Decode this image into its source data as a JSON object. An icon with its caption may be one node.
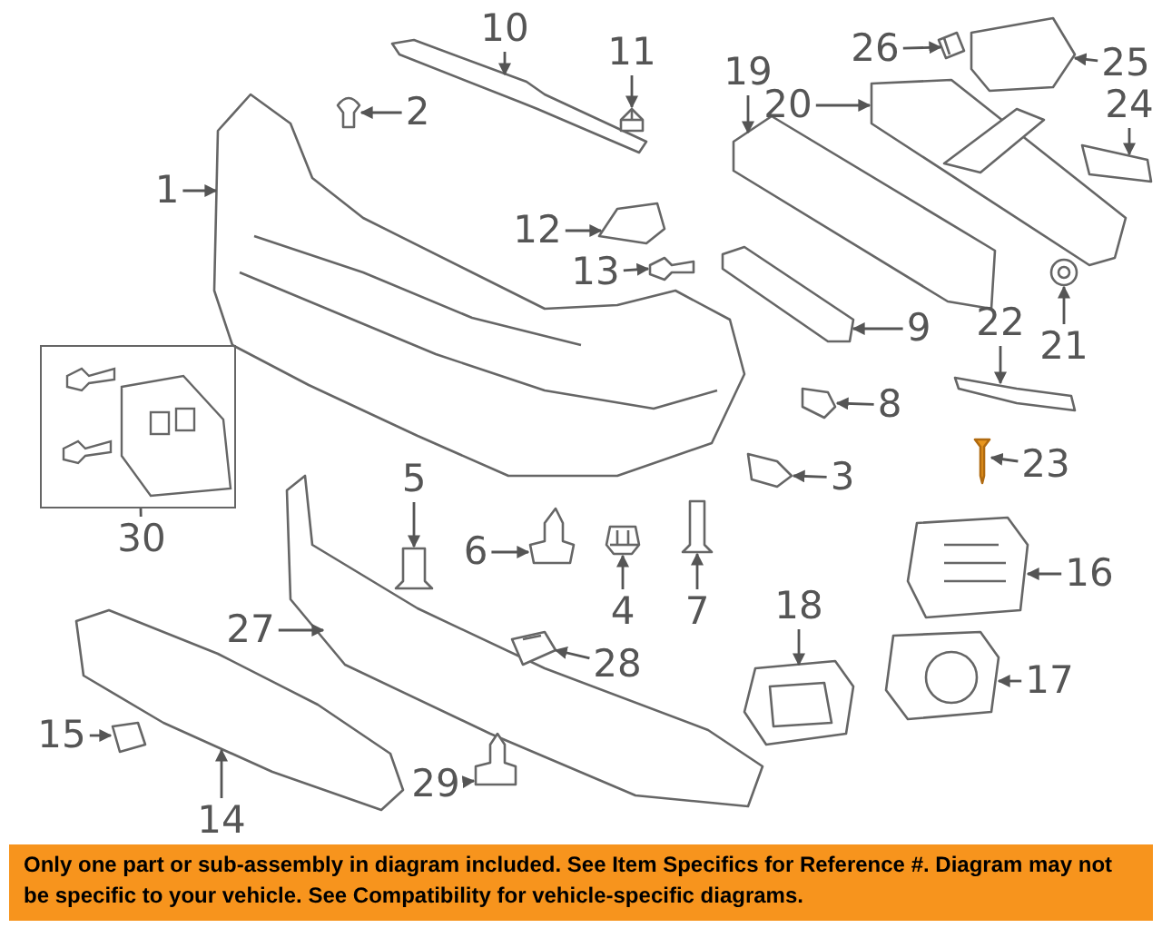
{
  "diagram": {
    "caption": "Only one part or sub-assembly in diagram included. See Item Specifics for Reference #. Diagram may not be specific to your vehicle. See Compatibility for vehicle-specific diagrams.",
    "nodes": [
      {
        "text": [
          "10"
        ]
      },
      {
        "text": [],
        "shape": "picture"
      },
      {
        "text": [
          "26"
        ]
      },
      {
        "text": [],
        "shape": "picture"
      },
      {
        "text": [
          "25"
        ]
      },
      {
        "text": [],
        "shape": "picture"
      },
      {
        "text": [
          "11"
        ]
      },
      {
        "text": [],
        "shape": "picture"
      },
      {
        "text": [
          "19"
        ]
      },
      {
        "text": [],
        "shape": "picture"
      },
      {
        "text": [
          "2"
        ]
      },
      {
        "text": [],
        "shape": "picture"
      },
      {
        "text": [
          "20"
        ]
      },
      {
        "text": [],
        "shape": "picture"
      },
      {
        "text": [
          "24"
        ]
      },
      {
        "text": [],
        "shape": "picture"
      },
      {
        "text": [
          "1"
        ]
      },
      {
        "text": [],
        "shape": "picture"
      },
      {
        "text": [
          "12"
        ]
      },
      {
        "text": [],
        "shape": "picture"
      },
      {
        "text": [
          "13"
        ]
      },
      {
        "text": [],
        "shape": "picture"
      },
      {
        "text": [
          "9"
        ]
      },
      {
        "text": [],
        "shape": "picture"
      },
      {
        "text": [
          "21"
        ]
      },
      {
        "text": [],
        "shape": "picture"
      },
      {
        "text": [
          "22"
        ]
      },
      {
        "text": [],
        "shape": "picture"
      },
      {
        "text": [
          "8"
        ]
      },
      {
        "text": [],
        "shape": "picture"
      },
      {
        "text": [
          "23"
        ]
      },
      {
        "text": [],
        "shape": "picture"
      },
      {
        "text": [
          "3"
        ]
      },
      {
        "text": [],
        "shape": "picture"
      },
      {
        "text": [
          "5"
        ]
      },
      {
        "text": [],
        "shape": "picture"
      },
      {
        "text": [],
        "shape": "box"
      },
      {
        "text": [
          "30"
        ]
      },
      {
        "text": [
          "6"
        ]
      },
      {
        "text": [],
        "shape": "picture"
      },
      {
        "text": [
          "16"
        ]
      },
      {
        "text": [],
        "shape": "picture"
      },
      {
        "text": [
          "4"
        ]
      },
      {
        "text": [],
        "shape": "picture"
      },
      {
        "text": [
          "7"
        ]
      },
      {
        "text": [],
        "shape": "picture"
      },
      {
        "text": [
          "18"
        ]
      },
      {
        "text": [],
        "shape": "picture"
      },
      {
        "text": [
          "27"
        ]
      },
      {
        "text": [],
        "shape": "picture"
      },
      {
        "text": [
          "28"
        ]
      },
      {
        "text": [],
        "shape": "picture"
      },
      {
        "text": [
          "17"
        ]
      },
      {
        "text": [],
        "shape": "picture"
      },
      {
        "text": [
          "15"
        ]
      },
      {
        "text": [],
        "shape": "picture"
      },
      {
        "text": [
          "29"
        ]
      },
      {
        "text": [],
        "shape": "picture"
      },
      {
        "text": [
          "14"
        ]
      },
      {
        "text": [],
        "shape": "picture"
      }
    ],
    "edges": [
      {
        "from": 0,
        "to": 1,
        "arrow": "to"
      },
      {
        "from": 2,
        "to": 3,
        "arrow": "to"
      },
      {
        "from": 4,
        "to": 5,
        "arrow": "to"
      },
      {
        "from": 6,
        "to": 7,
        "arrow": "to"
      },
      {
        "from": 8,
        "to": 9,
        "arrow": "to"
      },
      {
        "from": 10,
        "to": 11,
        "arrow": "to"
      },
      {
        "from": 12,
        "to": 13,
        "arrow": "to"
      },
      {
        "from": 14,
        "to": 15,
        "arrow": "to"
      },
      {
        "from": 16,
        "to": 17,
        "arrow": "to"
      },
      {
        "from": 18,
        "to": 19,
        "arrow": "to"
      },
      {
        "from": 20,
        "to": 21,
        "arrow": "to"
      },
      {
        "from": 22,
        "to": 23,
        "arrow": "to"
      },
      {
        "from": 24,
        "to": 25,
        "arrow": "to"
      },
      {
        "from": 26,
        "to": 27,
        "arrow": "to"
      },
      {
        "from": 28,
        "to": 29,
        "arrow": "to"
      },
      {
        "from": 30,
        "to": 31,
        "arrow": "to"
      },
      {
        "from": 32,
        "to": 33,
        "arrow": "to"
      },
      {
        "from": 34,
        "to": 35,
        "arrow": "to"
      },
      {
        "from": 37,
        "to": 36,
        "arrow": "none"
      },
      {
        "from": 38,
        "to": 39,
        "arrow": "to"
      },
      {
        "from": 40,
        "to": 41,
        "arrow": "to"
      },
      {
        "from": 42,
        "to": 43,
        "arrow": "to"
      },
      {
        "from": 44,
        "to": 45,
        "arrow": "to"
      },
      {
        "from": 46,
        "to": 47,
        "arrow": "to"
      },
      {
        "from": 48,
        "to": 49,
        "arrow": "to"
      },
      {
        "from": 50,
        "to": 51,
        "arrow": "to"
      },
      {
        "from": 52,
        "to": 53,
        "arrow": "to"
      },
      {
        "from": 54,
        "to": 55,
        "arrow": "to"
      },
      {
        "from": 56,
        "to": 57,
        "arrow": "to"
      },
      {
        "from": 58,
        "to": 59,
        "arrow": "to"
      }
    ]
  }
}
